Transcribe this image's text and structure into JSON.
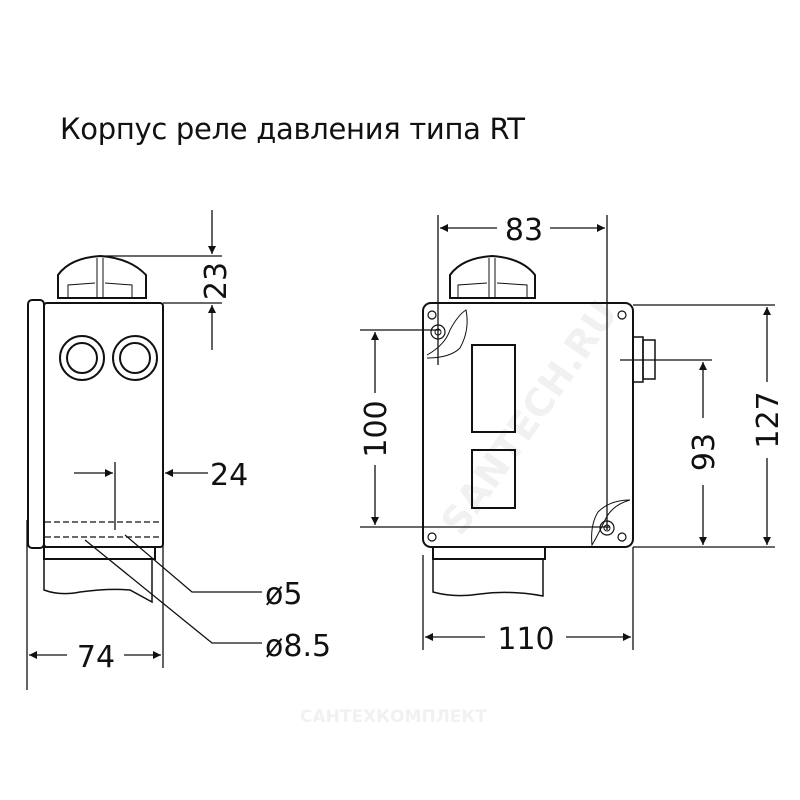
{
  "title": "Корпус реле давления типа RT",
  "dimensions": {
    "knob_height": "23",
    "side_offset": "24",
    "hole_small": "ø5",
    "hole_large": "ø8.5",
    "side_width": "74",
    "top_width": "83",
    "mount_spacing": "100",
    "gland_height": "93",
    "total_height": "127",
    "front_width": "110"
  },
  "watermark": "SANTECH.RU",
  "footer_logo": "САНТЕХКОМПЛЕКТ"
}
